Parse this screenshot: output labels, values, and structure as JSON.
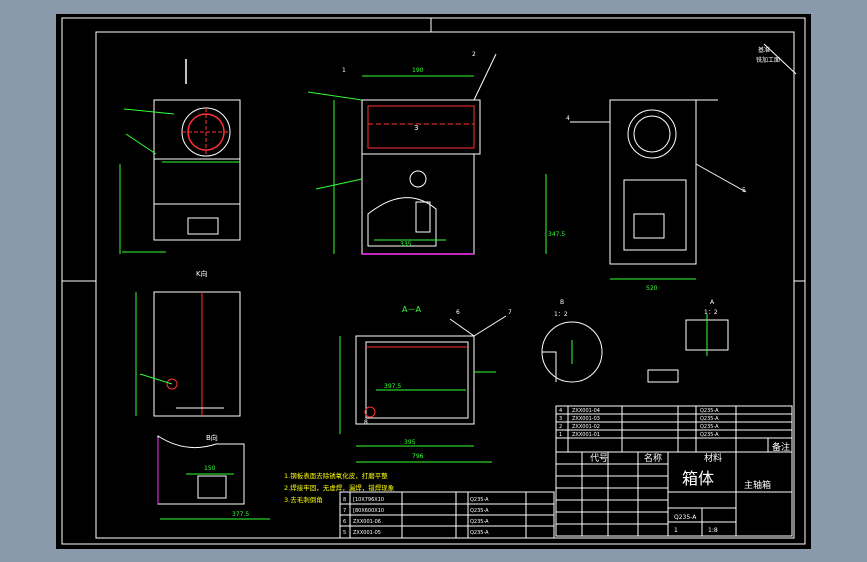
{
  "title_block": {
    "drawing_title": "箱体",
    "assembly": "主轴箱",
    "material": "Q235-A",
    "scale": "1:8",
    "quantity": "1"
  },
  "bom_header": {
    "code": "代号",
    "name": "名称",
    "material": "材料",
    "remark": "备注"
  },
  "bom_rows": [
    {
      "no": "4",
      "code": "ZXX001-04",
      "material": "Q235-A"
    },
    {
      "no": "3",
      "code": "ZXX001-03",
      "material": "Q235-A"
    },
    {
      "no": "2",
      "code": "ZXX001-02",
      "material": "Q235-A"
    },
    {
      "no": "1",
      "code": "ZXX001-01",
      "material": "Q235-A"
    }
  ],
  "parts_list_bottom": [
    {
      "no": "8",
      "code": "[10X796X10",
      "material": "Q235-A"
    },
    {
      "no": "7",
      "code": "[80X600X10",
      "material": "Q235-A"
    },
    {
      "no": "6",
      "code": "ZXX001-06",
      "material": "Q235-A"
    },
    {
      "no": "5",
      "code": "ZXX001-05",
      "material": "Q235-A"
    }
  ],
  "notes": [
    "1.钢板表面去除锈氧化皮，打磨平整",
    "2.焊接牢固，无虚焊，漏焊，错焊现象",
    "3.去毛刺倒角"
  ],
  "section_labels": {
    "section_aa": "A－A",
    "view_k": "K向",
    "view_b": "B向",
    "detail_scale": "1：2",
    "detail_a_scale": "1：2",
    "detail_b": "B",
    "detail_a": "A",
    "right_ann_1": "基准",
    "right_ann_2": "铣加工面"
  },
  "dimensions": {
    "top_width": "190",
    "aa_width": "796",
    "aa_length": "395",
    "aa_inner": "397.5",
    "bview_dim_1": "150",
    "bview_dim_2": "377.5",
    "front_dim_1": "335",
    "front_dim_2": "347.5",
    "lower_width": "520"
  },
  "balloons": [
    "1",
    "2",
    "3",
    "4",
    "5",
    "6",
    "7",
    "8"
  ]
}
